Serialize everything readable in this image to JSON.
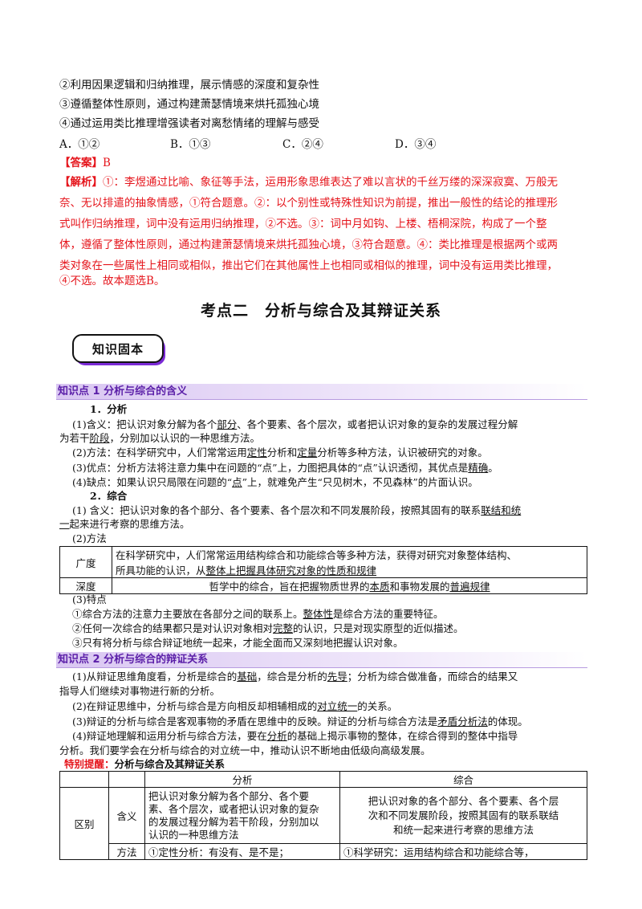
{
  "options_lines": {
    "l2": "②利用因果逻辑和归纳推理，展示情感的深度和复杂性",
    "l3": "③遵循整体性原则，通过构建萧瑟情境来烘托孤独心境",
    "l4": "④通过运用类比推理增强读者对离愁情绪的理解与感受"
  },
  "choices": {
    "a": "A．①②",
    "b": "B．①③",
    "c": "C．②④",
    "d": "D．③④"
  },
  "answer": {
    "label": "【答案】",
    "value": "B"
  },
  "analysis": {
    "label": "【解析】",
    "lines": [
      "①：李煜通过比喻、象征等手法，运用形象思维表达了难以言状的千丝万缕的深深寂寞、万般无",
      "奈、无以排遣的抽象情感，①符合题意。②：以个别性或特殊性知识为前提，推出一般性的结论的推理形",
      "式叫作归纳推理，词中没有运用归纳推理，②不选。③：词中月如钩、上楼、梧桐深院，构成了一个整",
      "体，遵循了整体性原则，通过构建萧瑟情境来烘托孤独心境，③符合题意。④：类比推理是根据两个或两",
      "类对象在一些属性上相同或相似，推出它们在其他属性上也相同或相似的推理，词中没有运用类比推理，",
      "④不选。故本题选B。"
    ]
  },
  "section_title": "考点二　分析与综合及其辩证关系",
  "badge": "知识固本",
  "kp1": {
    "title": "知识点 1  分析与综合的含义",
    "h1": "1．分析",
    "a1_pre": "(1)含义：把认识对象分解为各个",
    "a1_u": "部分",
    "a1_post": "、各个要素、各个层次，或者把认识对象的复杂的发展过程分解",
    "a2_pre": "为若干",
    "a2_u": "阶段",
    "a2_post": "，分别加以认识的一种思维方法。",
    "a3_pre": "(2)方法：在科学研究中，人们常常运用",
    "a3_u1": "定性",
    "a3_mid": "分析和",
    "a3_u2": "定量",
    "a3_post": "分析等多种方法，认识被研究的对象。",
    "a4_pre": "(3)优点：分析方法将注意力集中在问题的“点”上，力图把具体的“点”认识透彻，其优点是",
    "a4_u": "精确",
    "a4_post": "。",
    "a5_pre": "(4)缺点：如果认识只局限在问题的“",
    "a5_u": "点",
    "a5_post": "”上，就难免产生“只见树木，不见森林”的片面认识。",
    "h2": "2．综合",
    "b1_pre": "(1) 含义：把认识对象的各个部分、各个要素、各个层次和不同发展阶段，按照其固有的联系",
    "b1_u": "联结和统",
    "b2_u": "一",
    "b2_post": "起来进行考察的思维方法。",
    "b3": "(2)方法",
    "t1_label": "广度",
    "t1_l1": "在科学研究中，人们常常运用结构综合和功能综合等多种方法，获得对研究对象整体结构、",
    "t1_l2_pre": "所具功能的认识，从",
    "t1_l2_u": "整体上把握具体研究对象的性质和规律",
    "t2_label": "深度",
    "t2_pre": "哲学中的综合，旨在把握物质世界的",
    "t2_u1": "本质",
    "t2_mid": "和事物发展的",
    "t2_u2": "普遍规律",
    "c1": "(3)特点",
    "c2_pre": "①综合方法的注意力主要放在各部分之间的联系上。",
    "c2_u": "整体性",
    "c2_post": "是综合方法的重要特征。",
    "c3_pre": "②任何一次综合的结果都只是对认识对象相对",
    "c3_u": "完整",
    "c3_post": "的认识，只是对现实原型的近似描述。",
    "c4": "③只有将分析与综合辩证地统一起来，才能全面而又深刻地把握认识对象。"
  },
  "kp2": {
    "title": "知识点 2  分析与综合的辩证关系",
    "d1_pre": "(1)从辩证思维角度看，分析是综合的",
    "d1_u1": "基础",
    "d1_mid": "，综合是分析的",
    "d1_u2": "先导",
    "d1_post": "；分析为综合做准备，而综合的结果又",
    "d2": "指导人们继续对事物进行新的分析。",
    "d3_pre": "(2)在辩证思维中，分析与综合是方向相反却相辅相成的",
    "d3_u": "对立统一",
    "d3_post": "的关系。",
    "d4_pre": "(3)辩证的分析与综合是客观事物的矛盾在思维中的反映。辩证的分析与综合方法是",
    "d4_u": "矛盾分析法",
    "d4_post": "的体现。",
    "d5_pre": "(4)辩证地理解和运用分析与综合方法，要在",
    "d5_u": "分析",
    "d5_post": "的基础上揭示事物的整体，在综合得到的整体中指导",
    "d6": "分析。我们要学会在分析与综合的对立统一中，推动认识不断地由低级向高级发展。",
    "special_label": "特别提醒：",
    "special_title": "分析与综合及其辩证关系"
  },
  "table2": {
    "h_analysis": "分析",
    "h_synthesis": "综合",
    "r_label": "区别",
    "r1_label": "含义",
    "r1_a": [
      "把认识对象分解为各个部分、各个要",
      "素、各个层次，或者把认识对象的复杂",
      "的发展过程分解为若干阶段，分别加以",
      "认识的一种思维方法"
    ],
    "r1_s": [
      "把认识对象的各个部分、各个要素、各个层",
      "次和不同发展阶段，按照其固有的联系联结",
      "和统一起来进行考察的思维方法"
    ],
    "r2_label": "方法",
    "r2_a": "①定性分析：有没有、是不是；",
    "r2_s": "①科学研究：运用结构综合和功能综合等，"
  }
}
